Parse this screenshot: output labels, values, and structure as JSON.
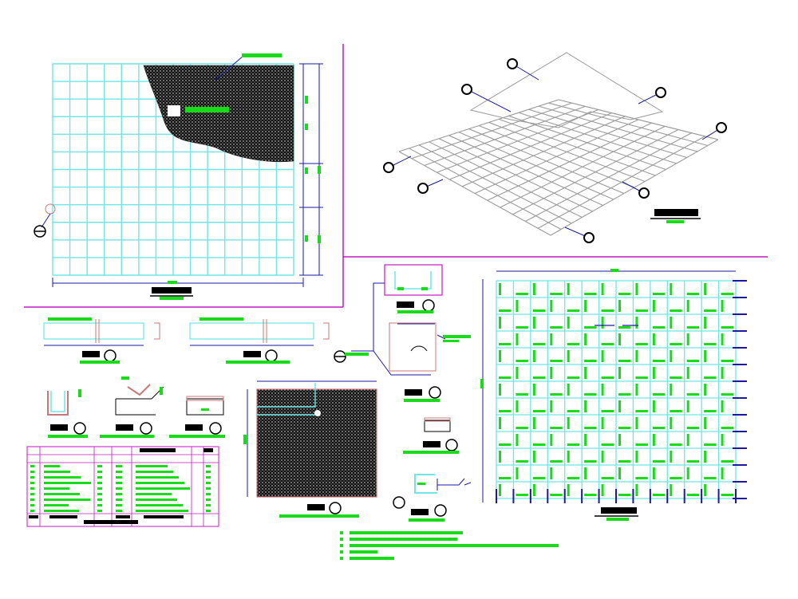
{
  "drawing": {
    "background": "#ffffff",
    "colors": {
      "grid": "#6ee6e6",
      "border": "#c218c2",
      "dimension": "#1a1aa0",
      "label": "#1adb1a",
      "hatch": "#111111",
      "wireframe": "#9a9a9a",
      "title_block": "#000000",
      "detail_outline": "#c87878"
    },
    "views": [
      {
        "id": "floor-plan",
        "kind": "tile grid plan with hatched surface zone"
      },
      {
        "id": "isometric",
        "kind": "isometric wireframe of tile field"
      },
      {
        "id": "section-details",
        "kind": "profile and joint details"
      },
      {
        "id": "schedule-table",
        "kind": "material schedule table"
      },
      {
        "id": "hatched-panel",
        "kind": "hatched surface detail"
      },
      {
        "id": "grid-plan",
        "kind": "tile grid with joint markers"
      },
      {
        "id": "notes",
        "kind": "general notes legend"
      }
    ],
    "icons": [
      "section-marker-icon",
      "arrow-icon",
      "north-arrow-icon"
    ]
  }
}
